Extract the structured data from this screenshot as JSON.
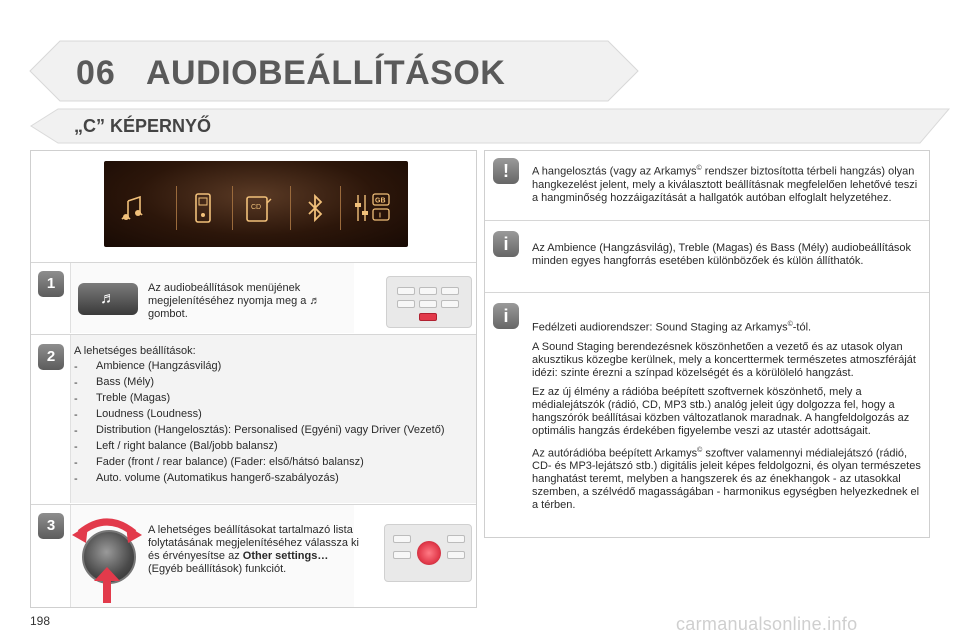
{
  "chapter": {
    "number": "06",
    "title": "AUDIOBEÁLLÍTÁSOK"
  },
  "section": {
    "title": "„C” KÉPERNYŐ"
  },
  "step1": {
    "badge": "1",
    "text": "Az audiobeállítások menüjének megjelenítéséhez nyomja meg a ♬ gombot."
  },
  "step2": {
    "badge": "2",
    "intro": "A lehetséges beállítások:",
    "items": [
      "Ambience (Hangzásvilág)",
      "Bass (Mély)",
      "Treble (Magas)",
      "Loudness (Loudness)",
      "Distribution (Hangelosztás): Personalised (Egyéni) vagy Driver (Vezető)",
      "Left / right balance (Bal/jobb balansz)",
      "Fader (front / rear balance) (Fader: első/hátsó balansz)",
      "Auto. volume (Automatikus hangerő-szabályozás)"
    ]
  },
  "step3": {
    "badge": "3",
    "text_before": "A lehetséges beállításokat tartalmazó lista folytatásának megjelenítéséhez válassza ki és érvényesítse az",
    "bold": "Other settings…",
    "text_after": "(Egyéb beállítások) funkciót."
  },
  "notes": {
    "note1": {
      "icon": "!",
      "text_before": "A hangelosztás (vagy az Arkamys",
      "sup": "©",
      "text_after": " rendszer biztosította térbeli hangzás) olyan hangkezelést jelent, mely a kiválasztott beállításnak megfelelően lehetővé teszi a hangminőség hozzáigazítását a hallgatók autóban elfoglalt helyzetéhez."
    },
    "note2": {
      "icon": "i",
      "text": "Az Ambience (Hangzásvilág), Treble (Magas) és Bass (Mély) audiobeállítások minden egyes hangforrás esetében különbözőek és külön állíthatók."
    },
    "note3": {
      "icon": "i",
      "p1_before": "Fedélzeti audiorendszer: Sound Staging az Arkamys",
      "p1_sup": "©",
      "p1_after": "-tól.",
      "p2": "A Sound Staging berendezésnek köszönhetően a vezető és az utasok olyan akusztikus közegbe kerülnek, mely a koncerttermek természetes atmoszféráját idézi: szinte érezni a színpad közelségét és a körülöleló hangzást.",
      "p3": "Ez az új élmény a rádióba beépített szoftvernek köszönhető, mely a médialejátszók (rádió, CD, MP3 stb.) analóg jeleit úgy dolgozza fel, hogy a hangszórók beállításai közben változatlanok maradnak. A hangfeldolgozás az optimális hangzás érdekében figyelembe veszi az utastér adottságait.",
      "p4_before": "Az autórádióba beépített Arkamys",
      "p4_sup": "©",
      "p4_after": " szoftver valamennyi médialejátszó (rádió, CD- és MP3-lejátszó stb.) digitális jeleit képes feldolgozni, és olyan természetes hanghatást teremt, melyben a hangszerek és az énekhangok - az utasokkal szemben, a szélvédő magasságában - harmonikus egységben helyezkednek el a térben."
    }
  },
  "screen_icons": [
    "music-notes-icon",
    "phone-icon",
    "radio-icon",
    "bluetooth-icon",
    "settings-icon"
  ],
  "page_number": "198",
  "watermark": "carmanualsonline.info",
  "colors": {
    "accent_gray": "#5a5a5a",
    "screen_bg": "#2c160a",
    "screen_icon": "#f1c07a",
    "highlight_red": "#e23a4b"
  }
}
